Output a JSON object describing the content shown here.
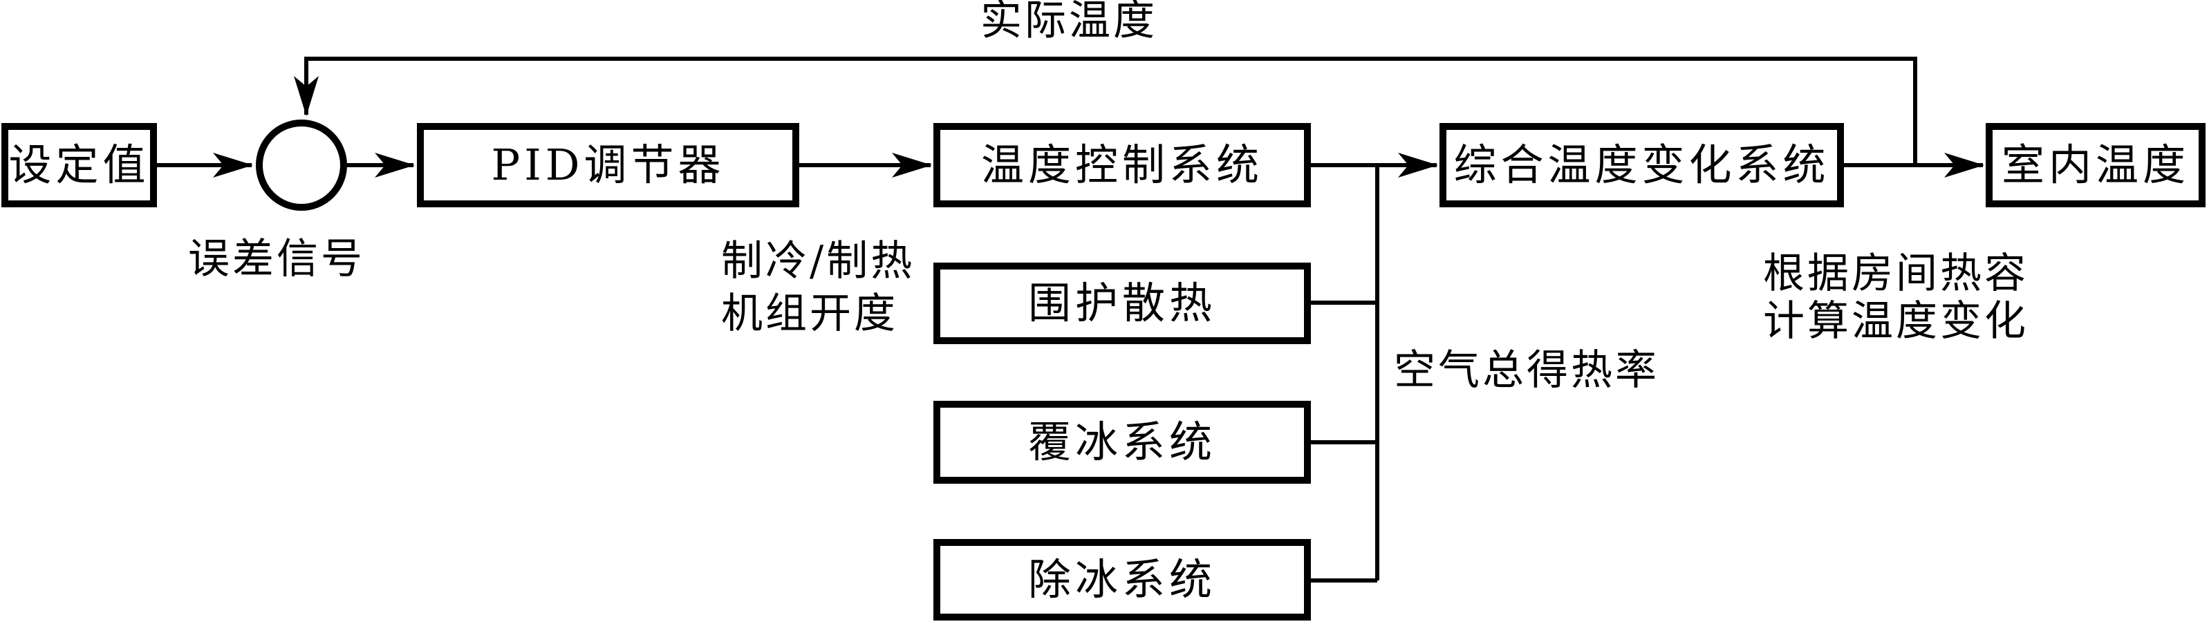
{
  "diagram": {
    "type": "control-block-diagram",
    "colors": {
      "ink": "#000000",
      "background": "#ffffff"
    },
    "nodes": {
      "setpoint": {
        "label": "设定值"
      },
      "pid": {
        "label": "PID调节器"
      },
      "temp_ctrl": {
        "label": "温度控制系统"
      },
      "enclosure": {
        "label": "围护散热"
      },
      "icing": {
        "label": "覆冰系统"
      },
      "deicing": {
        "label": "除冰系统"
      },
      "integrated": {
        "label": "综合温度变化系统"
      },
      "indoor": {
        "label": "室内温度"
      }
    },
    "labels": {
      "actual_temp": "实际温度",
      "error_signal": "误差信号",
      "actuator_line1": "制冷/制热",
      "actuator_line2": "机组开度",
      "air_heat_rate": "空气总得热率",
      "note_line1": "根据房间热容",
      "note_line2": "计算温度变化"
    },
    "flow": [
      "设定值 → 误差信号(求和) → PID调节器 → 温度控制系统 → 综合温度变化系统 → 室内温度",
      "围护散热/覆冰系统/除冰系统 → 空气总得热率 → 综合温度变化系统",
      "实际温度 反馈 → 求和点"
    ]
  }
}
